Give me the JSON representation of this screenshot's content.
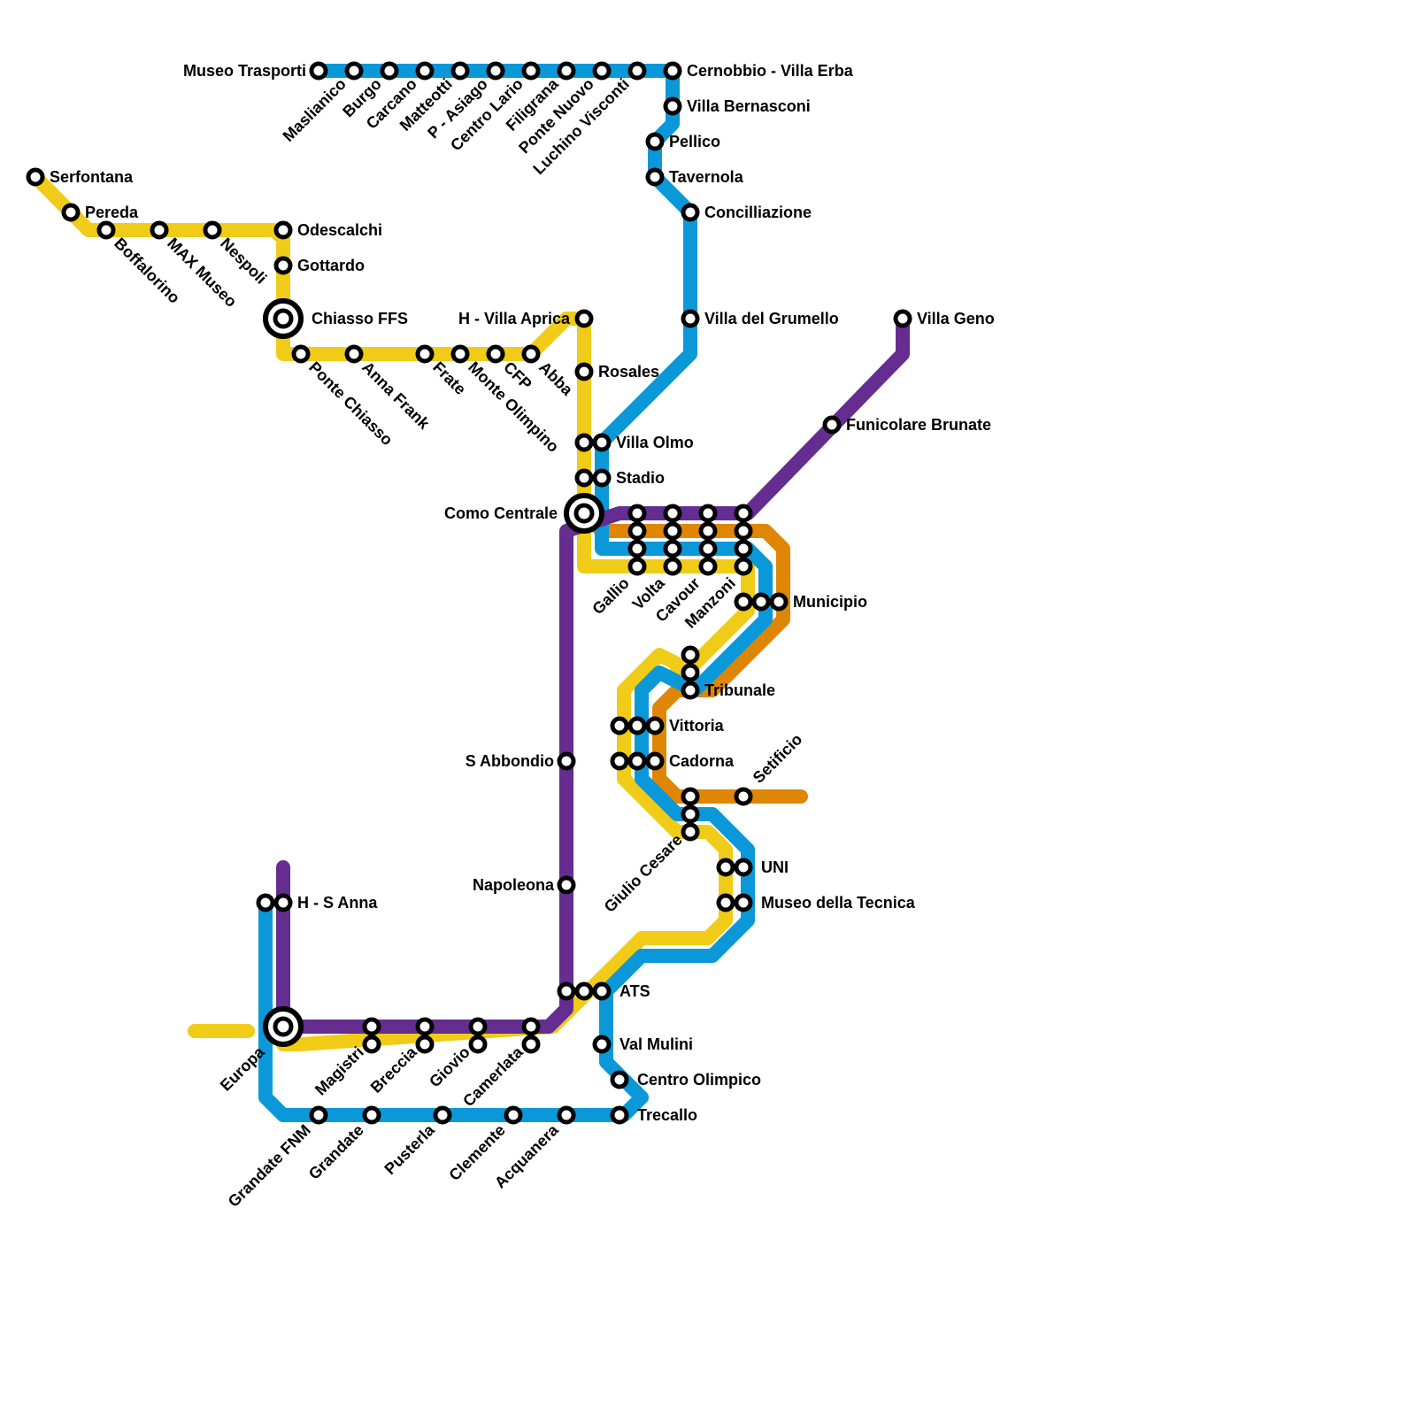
{
  "colors": {
    "yellow": "#f0cc18",
    "blue": "#0b98d8",
    "purple": "#652d90",
    "orange": "#df8604"
  },
  "hub_labels": {
    "chiasso": "Chiasso FFS",
    "como": "Como Centrale",
    "europa": "Europa"
  },
  "stations": {
    "museo_trasporti": "Museo Trasporti",
    "maslianico": "Maslianico",
    "burgo": "Burgo",
    "carcano": "Carcano",
    "matteotti": "Matteotti",
    "p_asiago": "P - Asiago",
    "centro_lario": "Centro Lario",
    "filigrana": "Filigrana",
    "ponte_nuovo": "Ponte Nuovo",
    "luchino_visconti": "Luchino Visconti",
    "cernobbio": "Cernobbio - Villa Erba",
    "villa_bernasconi": "Villa Bernasconi",
    "pellico": "Pellico",
    "tavernola": "Tavernola",
    "concilliazione": "Concilliazione",
    "villa_grumello": "Villa del Grumello",
    "rosales": "Rosales",
    "villa_olmo": "Villa Olmo",
    "stadio": "Stadio",
    "villa_aprica": "H - Villa Aprica",
    "serfontana": "Serfontana",
    "pereda": "Pereda",
    "boffalorino": "Boffalorino",
    "max_museo": "MAX Museo",
    "nespoli": "Nespoli",
    "odescalchi": "Odescalchi",
    "gottardo": "Gottardo",
    "ponte_chiasso": "Ponte Chiasso",
    "anna_frank": "Anna Frank",
    "frate": "Frate",
    "monte_olimpino": "Monte Olimpino",
    "cfp": "CFP",
    "abba": "Abba",
    "villa_geno": "Villa Geno",
    "funicolare": "Funicolare Brunate",
    "gallio": "Gallio",
    "volta": "Volta",
    "cavour": "Cavour",
    "manzoni": "Manzoni",
    "municipio": "Municipio",
    "tribunale": "Tribunale",
    "vittoria": "Vittoria",
    "cadorna": "Cadorna",
    "setificio": "Setificio",
    "giulio_cesare": "Giulio Cesare",
    "uni": "UNI",
    "museo_tecnica": "Museo della Tecnica",
    "s_abbondio": "S Abbondio",
    "napoleona": "Napoleona",
    "ats": "ATS",
    "val_mulini": "Val Mulini",
    "centro_olimpico": "Centro Olimpico",
    "trecallo": "Trecallo",
    "h_s_anna": "H - S Anna",
    "magistri": "Magistri",
    "breccia": "Breccia",
    "giovio": "Giovio",
    "camerlata": "Camerlata",
    "grandate_fnm": "Grandate FNM",
    "grandate": "Grandate",
    "pusterla": "Pusterla",
    "clemente": "Clemente",
    "acquanera": "Acquanera"
  }
}
